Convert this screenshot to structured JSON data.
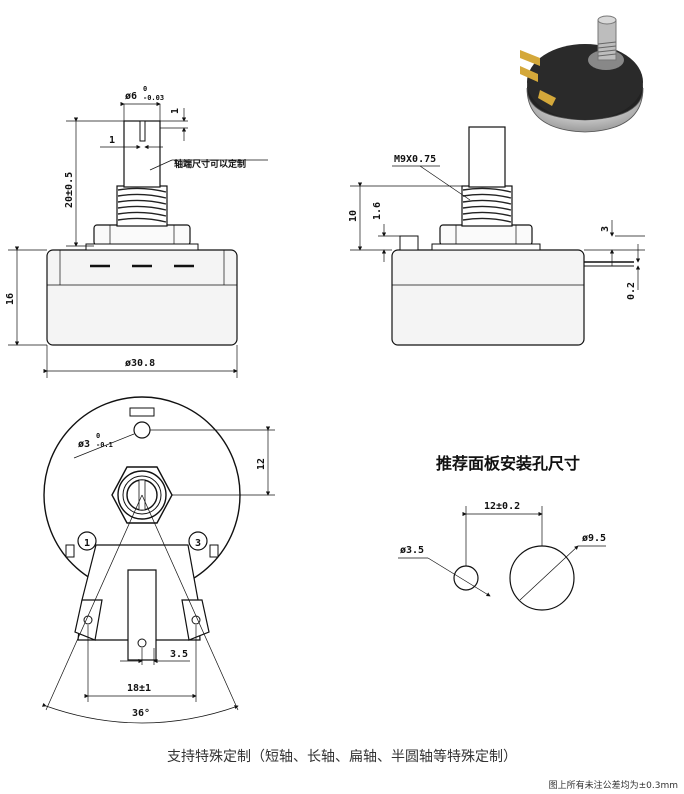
{
  "top_left_view": {
    "shaft_diameter_label": "ø6",
    "shaft_tol_upper": "0",
    "shaft_tol_lower": "-0.03",
    "slot_width_label": "1",
    "slot_depth_label": "1",
    "shaft_note": "轴端尺寸可以定制",
    "shaft_height_label": "20±0.5",
    "body_height_label": "16",
    "body_diameter_label": "ø30.8"
  },
  "top_right_view": {
    "thread_label": "M9X0.75",
    "thread_length_label": "10",
    "pin_height_label": "1.6",
    "terminal_offset_label": "3",
    "terminal_thickness_label": "0.2"
  },
  "bottom_left_view": {
    "pin_hole_label": "ø3",
    "pin_hole_tol_upper": "0",
    "pin_hole_tol_lower": "-0.1",
    "pin_offset_label": "12",
    "terminal_1_label": "1",
    "terminal_3_label": "3",
    "terminal_pitch_label": "3.5",
    "terminal_span_label": "18±1",
    "angle_label": "36°"
  },
  "panel_cutout": {
    "title": "推荐面板安装孔尺寸",
    "spacing_label": "12±0.2",
    "small_hole_label": "ø3.5",
    "large_hole_label": "ø9.5"
  },
  "caption": "支持特殊定制（短轴、长轴、扁轴、半圆轴等特殊定制）",
  "footnote": "图上所有未注公差均为±0.3mm"
}
